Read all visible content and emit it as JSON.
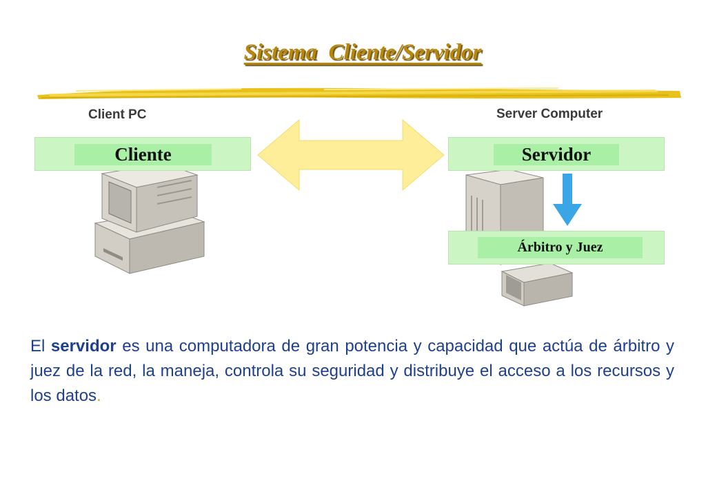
{
  "title": "Sistema  Cliente/Servidor",
  "labels": {
    "client_pc": "Client PC",
    "server_computer": "Server Computer",
    "cliente": "Cliente",
    "servidor": "Servidor",
    "arbitro": "Árbitro y Juez"
  },
  "description": {
    "part1": "El ",
    "bold": "servidor",
    "part2": " es una computadora de gran potencia y capacidad que actúa de árbitro y juez de la red, la maneja, controla su seguridad y distribuye el acceso a los recursos y los datos",
    "period": "."
  },
  "colors": {
    "title": "#b8860b",
    "band": "#ccf5c4",
    "arrow_double": "#ffee99",
    "arrow_down": "#3aa6e6",
    "text": "#1f3f8f",
    "period": "#d4a017"
  },
  "icons": [
    "double-arrow-icon",
    "down-arrow-icon",
    "client-computer-icon",
    "server-computer-icon"
  ]
}
